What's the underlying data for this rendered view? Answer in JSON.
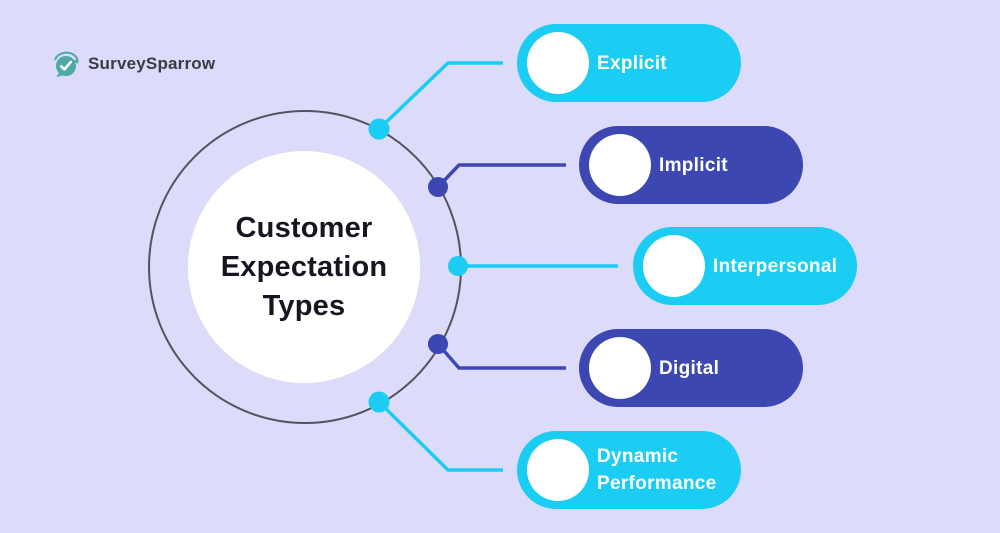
{
  "logo": {
    "text": "SurveySparrow",
    "icon": "surveysparrow-bird-check-icon"
  },
  "center": {
    "title_lines": [
      "Customer",
      "Expectation",
      "Types"
    ]
  },
  "items": [
    {
      "label": "Explicit",
      "color": "#1bcdf2",
      "variant": "cyan"
    },
    {
      "label": "Implicit",
      "color": "#3d47b2",
      "variant": "indigo"
    },
    {
      "label": "Interpersonal",
      "color": "#1bcdf2",
      "variant": "cyan"
    },
    {
      "label": "Digital",
      "color": "#3d47b2",
      "variant": "indigo"
    },
    {
      "label": "Dynamic Performance",
      "color": "#1bcdf2",
      "variant": "cyan"
    }
  ],
  "colors": {
    "background": "#dcdcfa",
    "cyan": "#1bcdf2",
    "indigo": "#3d47b2",
    "ring": "#55525e",
    "title_text": "#17151f",
    "pill_text": "#ffffff",
    "logo_text": "#3b3a45",
    "logo_icon_teal": "#4ea9a5"
  }
}
